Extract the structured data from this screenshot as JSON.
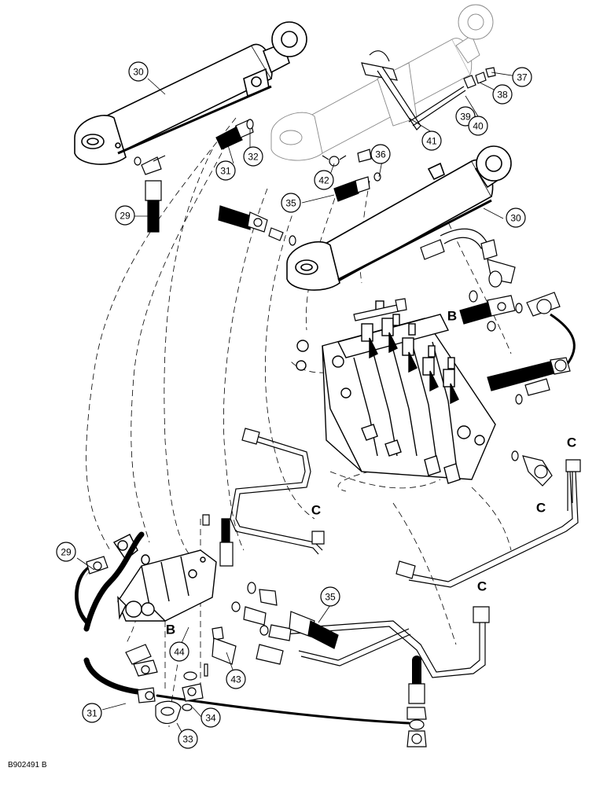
{
  "callouts": [
    {
      "id": "c30a",
      "label": "30"
    },
    {
      "id": "c37",
      "label": "37"
    },
    {
      "id": "c38",
      "label": "38"
    },
    {
      "id": "c39",
      "label": "39"
    },
    {
      "id": "c40",
      "label": "40"
    },
    {
      "id": "c41",
      "label": "41"
    },
    {
      "id": "c32",
      "label": "32"
    },
    {
      "id": "c31a",
      "label": "31"
    },
    {
      "id": "c36",
      "label": "36"
    },
    {
      "id": "c42",
      "label": "42"
    },
    {
      "id": "c35a",
      "label": "35"
    },
    {
      "id": "c29a",
      "label": "29"
    },
    {
      "id": "c30b",
      "label": "30"
    },
    {
      "id": "c29b",
      "label": "29"
    },
    {
      "id": "c35b",
      "label": "35"
    },
    {
      "id": "c44",
      "label": "44"
    },
    {
      "id": "c43",
      "label": "43"
    },
    {
      "id": "c31b",
      "label": "31"
    },
    {
      "id": "c34",
      "label": "34"
    },
    {
      "id": "c33",
      "label": "33"
    }
  ],
  "letters": [
    {
      "id": "lB1",
      "label": "B"
    },
    {
      "id": "lB2",
      "label": "B"
    },
    {
      "id": "lC1",
      "label": "C"
    },
    {
      "id": "lC2",
      "label": "C"
    },
    {
      "id": "lC3",
      "label": "C"
    },
    {
      "id": "lC4",
      "label": "C"
    }
  ],
  "figure_ref": "B902491 B"
}
